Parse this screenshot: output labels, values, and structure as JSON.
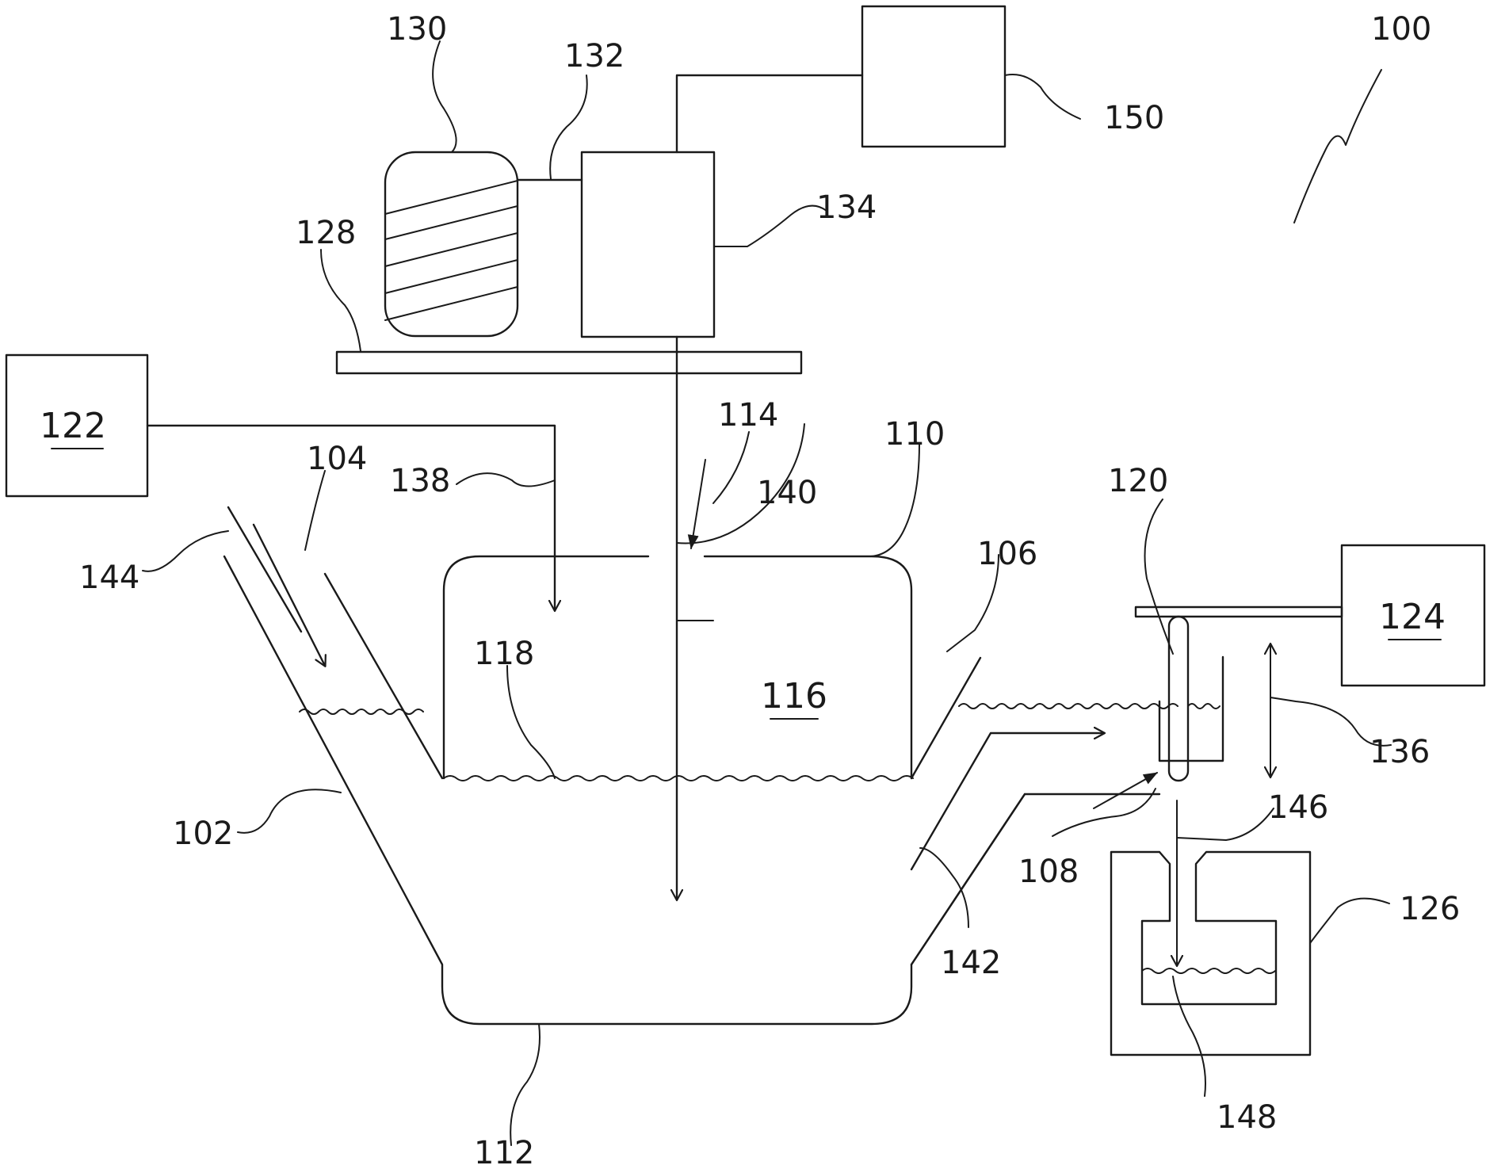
{
  "figure": {
    "labels": {
      "n100": "100",
      "n102": "102",
      "n104": "104",
      "n106": "106",
      "n108": "108",
      "n110": "110",
      "n112": "112",
      "n114": "114",
      "n116": "116",
      "n118": "118",
      "n120": "120",
      "n122": "122",
      "n124": "124",
      "n126": "126",
      "n128": "128",
      "n130": "130",
      "n132": "132",
      "n134": "134",
      "n136": "136",
      "n138": "138",
      "n140": "140",
      "n142": "142",
      "n144": "144",
      "n146": "146",
      "n148": "148",
      "n150": "150"
    }
  }
}
